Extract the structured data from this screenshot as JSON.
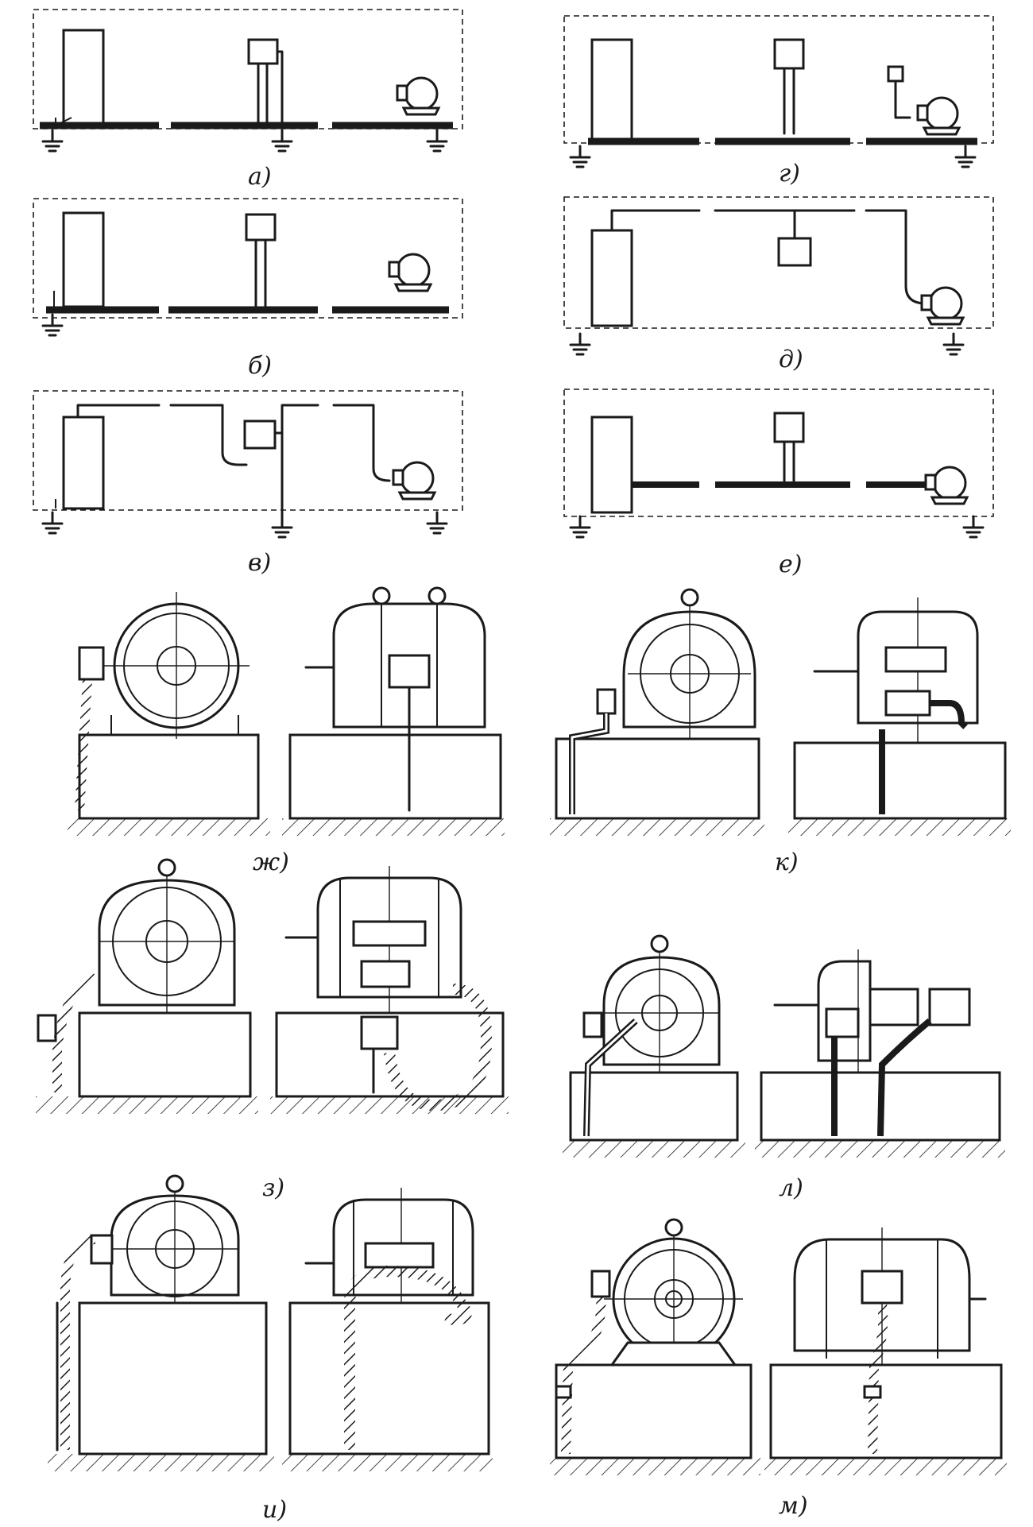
{
  "figure": {
    "panels": [
      {
        "id": "a",
        "label": "а)"
      },
      {
        "id": "b",
        "label": "б)"
      },
      {
        "id": "v",
        "label": "в)"
      },
      {
        "id": "g",
        "label": "г)"
      },
      {
        "id": "d",
        "label": "д)"
      },
      {
        "id": "e",
        "label": "е)"
      },
      {
        "id": "zh",
        "label": "ж)"
      },
      {
        "id": "k",
        "label": "к)"
      },
      {
        "id": "z",
        "label": "з)"
      },
      {
        "id": "l",
        "label": "л)"
      },
      {
        "id": "i",
        "label": "и)"
      },
      {
        "id": "m",
        "label": "м)"
      }
    ]
  }
}
